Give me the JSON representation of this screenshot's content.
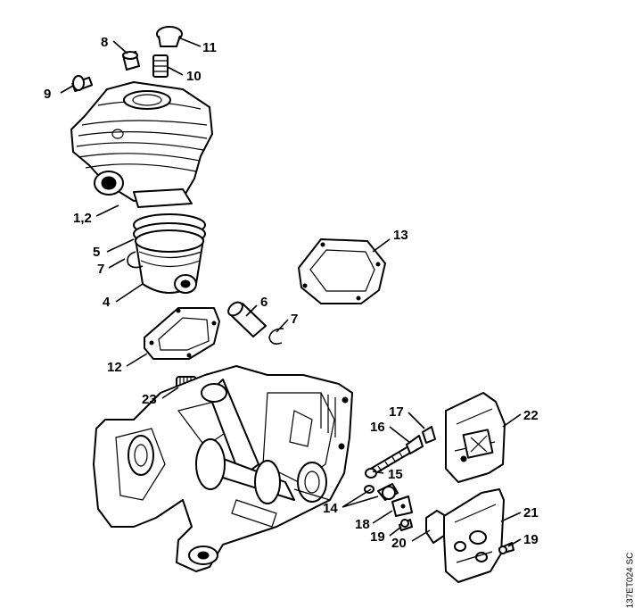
{
  "labels": {
    "l1_2": "1,2",
    "l4": "4",
    "l5": "5",
    "l6": "6",
    "l7a": "7",
    "l7b": "7",
    "l8": "8",
    "l9": "9",
    "l10": "10",
    "l11": "11",
    "l12": "12",
    "l13": "13",
    "l14": "14",
    "l15": "15",
    "l16": "16",
    "l17": "17",
    "l18": "18",
    "l19a": "19",
    "l19b": "19",
    "l20": "20",
    "l21": "21",
    "l22": "22",
    "l23": "23"
  },
  "drawing_code": "137ET024 SC"
}
